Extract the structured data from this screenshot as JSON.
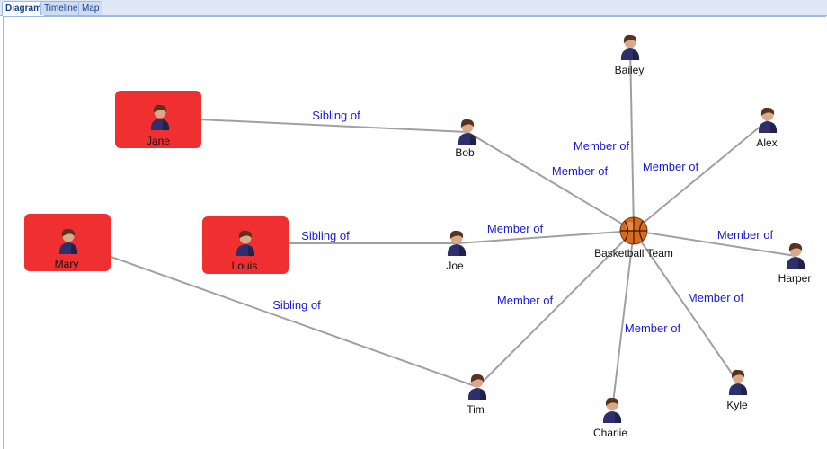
{
  "tabs": [
    {
      "label": "Diagram",
      "active": true
    },
    {
      "label": "Timeline",
      "active": false
    },
    {
      "label": "Map",
      "active": false
    }
  ],
  "colors": {
    "highlight": "#f03030",
    "edge": "#a0a0a0",
    "edge_label": "#1a1adb"
  },
  "diagram": {
    "nodes": [
      {
        "id": "jane",
        "label": "Jane",
        "icon": "person-icon",
        "highlighted": true
      },
      {
        "id": "mary",
        "label": "Mary",
        "icon": "person-icon",
        "highlighted": true
      },
      {
        "id": "louis",
        "label": "Louis",
        "icon": "person-icon",
        "highlighted": true
      },
      {
        "id": "bob",
        "label": "Bob",
        "icon": "person-icon",
        "highlighted": false
      },
      {
        "id": "joe",
        "label": "Joe",
        "icon": "person-icon",
        "highlighted": false
      },
      {
        "id": "tim",
        "label": "Tim",
        "icon": "person-icon",
        "highlighted": false
      },
      {
        "id": "charlie",
        "label": "Charlie",
        "icon": "person-icon",
        "highlighted": false
      },
      {
        "id": "kyle",
        "label": "Kyle",
        "icon": "person-icon",
        "highlighted": false
      },
      {
        "id": "harper",
        "label": "Harper",
        "icon": "person-icon",
        "highlighted": false
      },
      {
        "id": "alex",
        "label": "Alex",
        "icon": "person-icon",
        "highlighted": false
      },
      {
        "id": "bailey",
        "label": "Bailey",
        "icon": "person-icon",
        "highlighted": false
      },
      {
        "id": "team",
        "label": "Basketball Team",
        "icon": "basketball-icon",
        "highlighted": false
      }
    ],
    "edges": [
      {
        "from": "jane",
        "to": "bob",
        "label": "Sibling of"
      },
      {
        "from": "louis",
        "to": "joe",
        "label": "Sibling of"
      },
      {
        "from": "mary",
        "to": "tim",
        "label": "Sibling of"
      },
      {
        "from": "bob",
        "to": "team",
        "label": "Member of"
      },
      {
        "from": "joe",
        "to": "team",
        "label": "Member of"
      },
      {
        "from": "bailey",
        "to": "team",
        "label": "Member of"
      },
      {
        "from": "alex",
        "to": "team",
        "label": "Member of"
      },
      {
        "from": "harper",
        "to": "team",
        "label": "Member of"
      },
      {
        "from": "kyle",
        "to": "team",
        "label": "Member of"
      },
      {
        "from": "charlie",
        "to": "team",
        "label": "Member of"
      },
      {
        "from": "tim",
        "to": "team",
        "label": "Member of"
      }
    ]
  }
}
